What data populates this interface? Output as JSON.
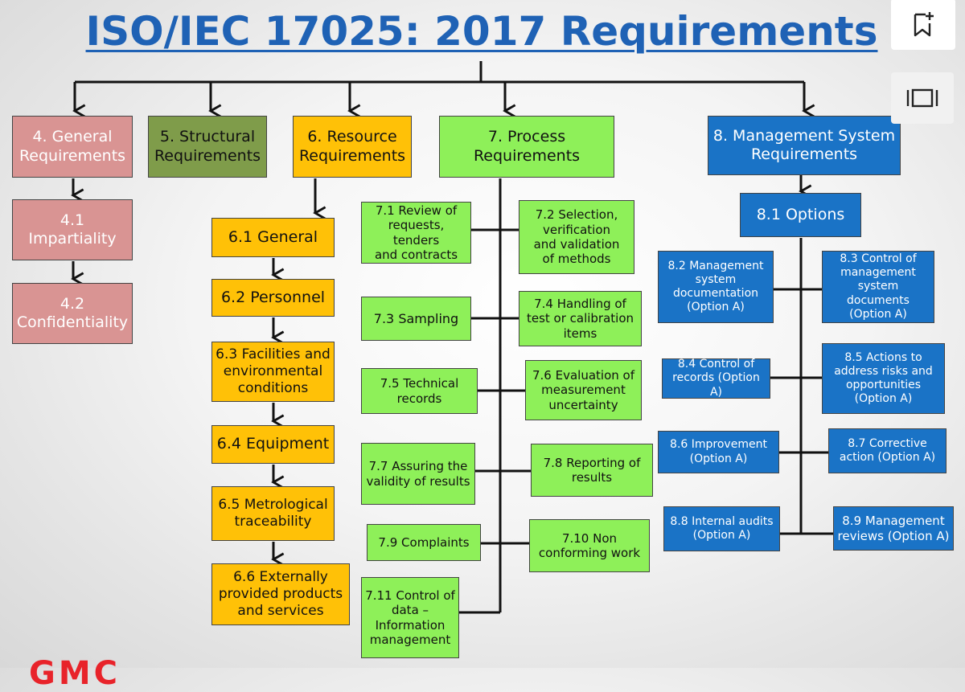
{
  "title": "ISO/IEC  17025: 2017 Requirements",
  "colors": {
    "title": "#1f62b5",
    "general": "#d99493",
    "structural": "#7f9c4a",
    "resource": "#ffc107",
    "process": "#8ef059",
    "management": "#1a73c6"
  },
  "toolbar": {
    "bookmark_icon": "bookmark-add-icon",
    "frame_icon": "fullscreen-frame-icon"
  },
  "logo_text": "GMC",
  "columns": {
    "general": {
      "header": "4. General\nRequirements",
      "items": [
        "4.1\nImpartiality",
        "4.2\nConfidentiality"
      ]
    },
    "structural": {
      "header": "5. Structural\nRequirements"
    },
    "resource": {
      "header": "6. Resource\nRequirements",
      "items": [
        "6.1 General",
        "6.2 Personnel",
        "6.3 Facilities and\nenvironmental\nconditions",
        "6.4 Equipment",
        "6.5 Metrological\ntraceability",
        "6.6 Externally\nprovided products\nand services"
      ]
    },
    "process": {
      "header": "7. Process\nRequirements",
      "items": [
        "7.1 Review of\nrequests, tenders\nand contracts",
        "7.2 Selection,\nverification\nand validation\nof methods",
        "7.3 Sampling",
        "7.4 Handling of\ntest or calibration\nitems",
        "7.5 Technical\nrecords",
        "7.6 Evaluation of\nmeasurement\nuncertainty",
        "7.7 Assuring the\nvalidity of results",
        "7.8 Reporting of\nresults",
        "7.9 Complaints",
        "7.10 Non\nconforming work",
        "7.11 Control of\ndata –\nInformation\nmanagement"
      ]
    },
    "management": {
      "header": "8. Management System\nRequirements",
      "options": "8.1 Options",
      "items": [
        "8.2 Management\nsystem\ndocumentation\n(Option A)",
        "8.3 Control of\nmanagement\nsystem documents\n(Option A)",
        "8.4 Control of\nrecords (Option A)",
        "8.5 Actions to\naddress  risks and\nopportunities\n(Option A)",
        "8.6 Improvement\n(Option A)",
        "8.7 Corrective\naction (Option A)",
        "8.8 Internal audits\n(Option A)",
        "8.9 Management\nreviews (Option A)"
      ]
    }
  }
}
